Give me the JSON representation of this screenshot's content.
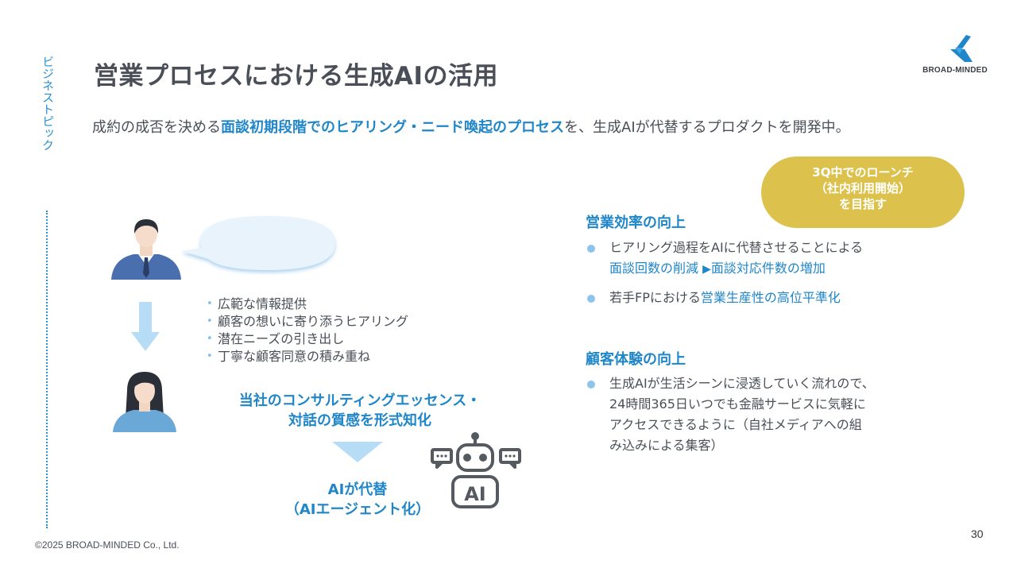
{
  "side_label": "ビジネストピック",
  "title": "営業プロセスにおける生成AIの活用",
  "logo": {
    "text": "BROAD-MINDED"
  },
  "lead": {
    "prefix": "成約の成否を決める",
    "highlight": "面談初期段階でのヒアリング・ニード喚起のプロセス",
    "suffix": "を、生成AIが代替するプロダクトを開発中。"
  },
  "launch_badge": {
    "line1": "3Q中でのローンチ",
    "line2": "（社内利用開始）",
    "line3": "を目指す",
    "color": "#dcc24c"
  },
  "advisor_points": [
    "広範な情報提供",
    "顧客の想いに寄り添うヒアリング",
    "潜在ニーズの引き出し",
    "丁寧な顧客同意の積み重ね"
  ],
  "essence": {
    "line1": "当社のコンサルティングエッセンス・",
    "line2": "対話の質感を形式知化"
  },
  "replace": {
    "line1": "AIが代替",
    "line2": "（AIエージェント化）"
  },
  "robot_label": "AI",
  "sections": {
    "efficiency": {
      "title": "営業効率の向上",
      "point1_line1": "ヒアリング過程をAIに代替させることによる",
      "point1_line2_a": "面談回数の削減",
      "point1_arrow": "▶",
      "point1_line2_b": "面談対応件数の増加",
      "point2_prefix": "若手FPにおける",
      "point2_highlight": "営業生産性の高位平準化"
    },
    "experience": {
      "title": "顧客体験の向上",
      "point_line1": "生成AIが生活シーンに浸透していく流れので、",
      "point_line2": "24時間365日いつでも金融サービスに気軽に",
      "point_line3": "アクセスできるように（自社メディアへの組",
      "point_line4": "み込みによる集客）"
    }
  },
  "footer": {
    "copyright": "©2025 BROAD-MINDED Co., Ltd.",
    "page": "30"
  },
  "colors": {
    "accent_blue": "#1f86c9",
    "text": "#4a4f57",
    "gold": "#dcc24c"
  }
}
